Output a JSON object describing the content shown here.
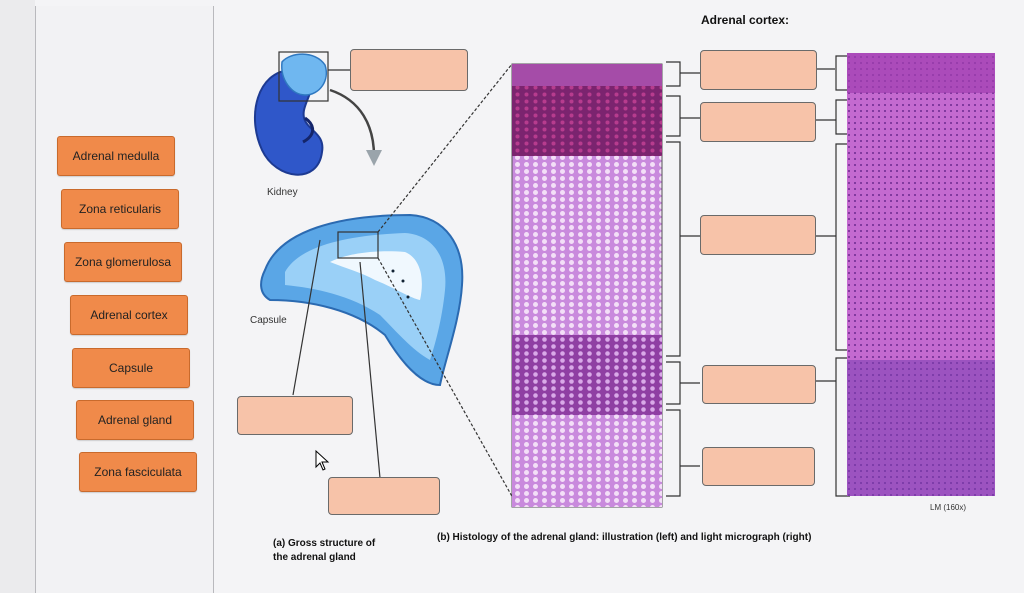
{
  "header": {
    "title": "Adrenal cortex:"
  },
  "labels": [
    "Adrenal medulla",
    "Zona reticularis",
    "Zona glomerulosa",
    "Adrenal cortex",
    "Capsule",
    "Adrenal gland",
    "Zona fasciculata"
  ],
  "figure": {
    "kidney_label": "Kidney",
    "capsule_label": "Capsule",
    "magnification": "LM (160x)",
    "caption_a_line1": "(a) Gross structure of",
    "caption_a_line2": "the adrenal gland",
    "caption_b": "(b) Histology of the adrenal gland: illustration (left) and light micrograph (right)"
  },
  "colors": {
    "label_chip": "#f08a4a",
    "answer_box": "#f7c3a9",
    "kidney": "#2f57c9",
    "gland": "#5aa6e6",
    "histology_purple": "#b45ec8"
  }
}
